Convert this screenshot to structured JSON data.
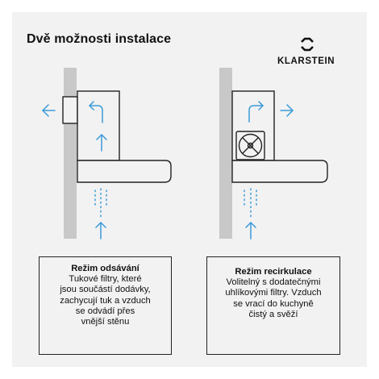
{
  "header": {
    "title": "Dvě možnosti instalace",
    "brand": "KLARSTEIN"
  },
  "modes": [
    {
      "title": "Režim odsávání",
      "description": "Tukové filtry, které\njsou součástí dodávky,\nzachycují tuk a vzduch\nse odvádí přes\nvnější stěnu"
    },
    {
      "title": "Režim recirkulace",
      "description": "Volitelný s dodatečnými\nuhlíkovými filtry. Vzduch\nse vrací do kuchyně\nčistý a svěží"
    }
  ],
  "colors": {
    "background": "#f2f2f2",
    "wall": "#c8c8c8",
    "outline": "#222222",
    "airflow": "#3a9ad9"
  },
  "icons": [
    "klarstein-logo-icon",
    "fan-icon",
    "arrow-icon"
  ]
}
